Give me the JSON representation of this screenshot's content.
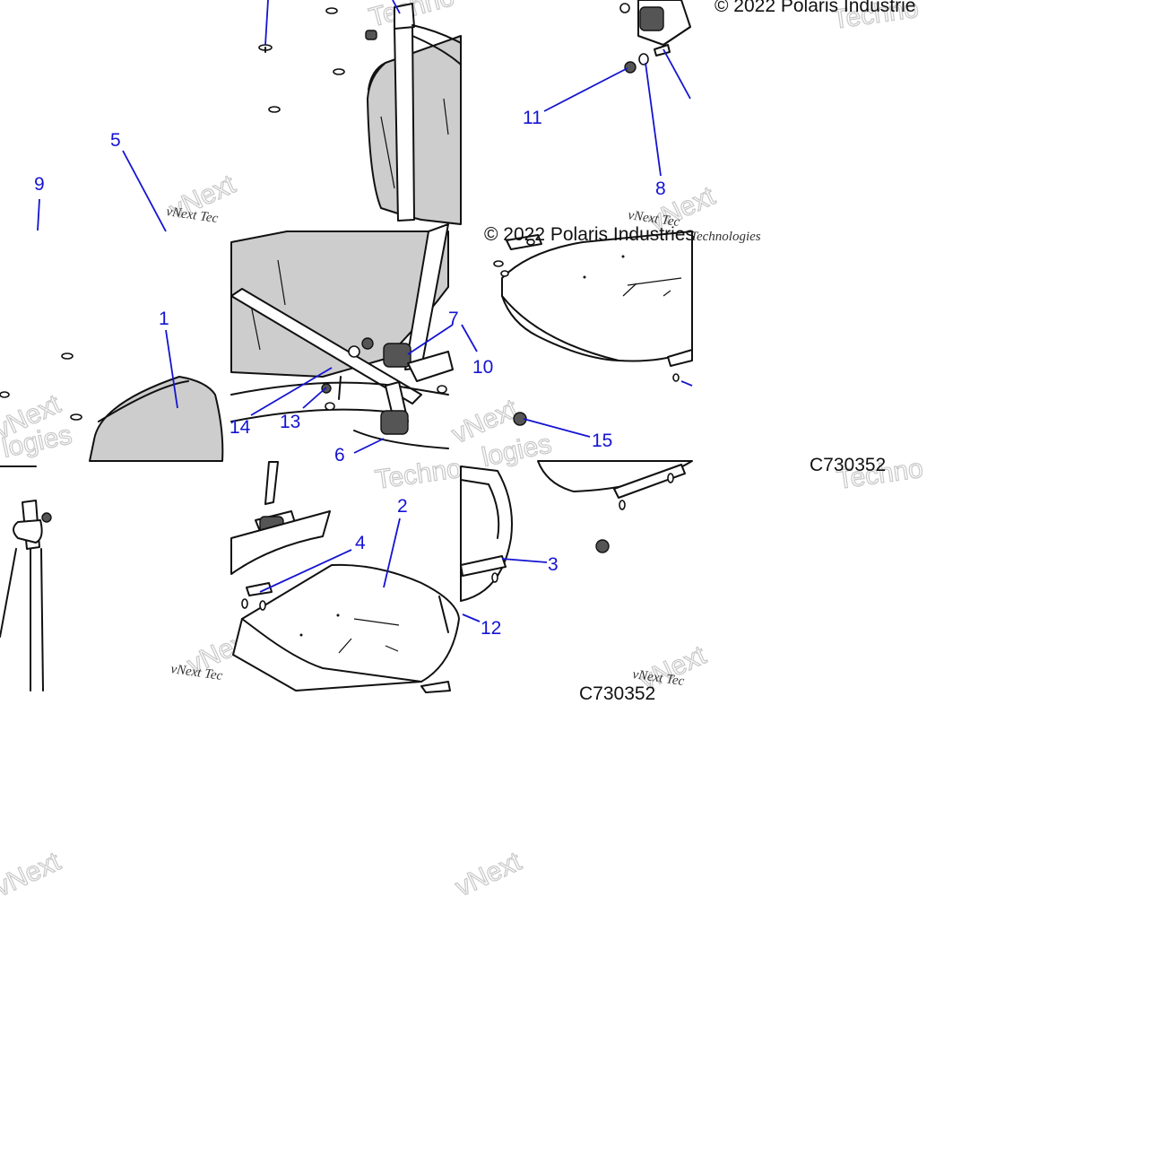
{
  "diagram": {
    "callouts": [
      {
        "id": "c1",
        "label": "1"
      },
      {
        "id": "c2",
        "label": "2"
      },
      {
        "id": "c3",
        "label": "3"
      },
      {
        "id": "c4",
        "label": "4"
      },
      {
        "id": "c5",
        "label": "5"
      },
      {
        "id": "c6",
        "label": "6"
      },
      {
        "id": "c7",
        "label": "7"
      },
      {
        "id": "c8",
        "label": "8"
      },
      {
        "id": "c9",
        "label": "9"
      },
      {
        "id": "c10",
        "label": "10"
      },
      {
        "id": "c11",
        "label": "11"
      },
      {
        "id": "c12",
        "label": "12"
      },
      {
        "id": "c13",
        "label": "13"
      },
      {
        "id": "c14",
        "label": "14"
      },
      {
        "id": "c15",
        "label": "15"
      }
    ],
    "copyright_top": "© 2022 Polaris Industrie",
    "copyright_mid": "© 2022 Polaris Industries",
    "drawing_code_1": "C730352",
    "drawing_code_2": "C730352",
    "watermark": {
      "brand_short": "vNext Tec",
      "brand_word_a": "Techno",
      "brand_word_b": "logies",
      "brand_word_c": "vNext",
      "brand_word_d": "Technologies"
    },
    "colors": {
      "callout_blue": "#1414d2",
      "part_gray": "#cdcdcd",
      "outline": "#111111"
    }
  }
}
